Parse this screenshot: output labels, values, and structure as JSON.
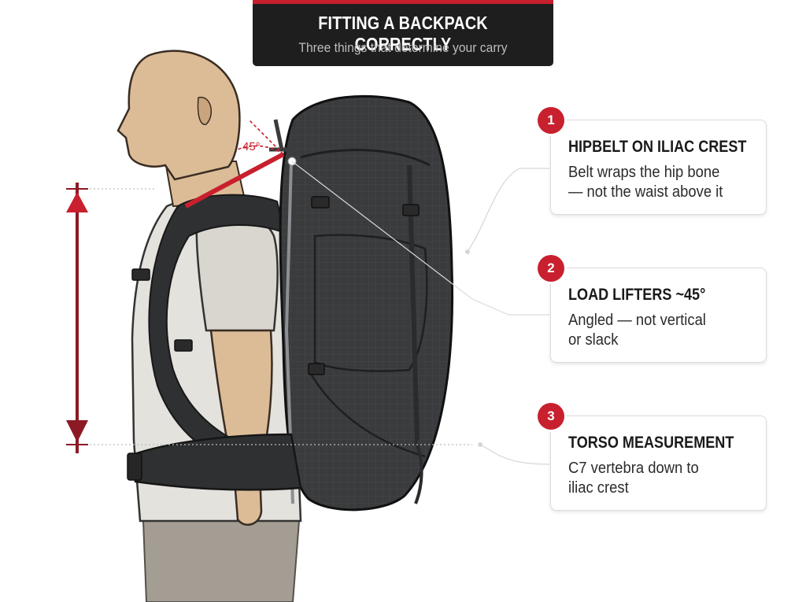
{
  "header": {
    "title": "FITTING A BACKPACK CORRECTLY",
    "subtitle": "Three things that determine your carry"
  },
  "callouts": [
    {
      "number": "1",
      "title": "HIPBELT ON ILIAC CREST",
      "line1": "Belt wraps the hip bone",
      "line2": "— not the waist above it"
    },
    {
      "number": "2",
      "title": "LOAD LIFTERS ~45°",
      "line1": "Angled — not vertical",
      "line2": "or slack"
    },
    {
      "number": "3",
      "title": "TORSO MEASUREMENT",
      "line1": "C7 vertebra down to",
      "line2": "iliac crest"
    }
  ],
  "diagram": {
    "angle_label": "45°"
  },
  "colors": {
    "accent": "#c8202e",
    "dark": "#1e1e1e",
    "pack": "#3a3b3d",
    "skin": "#dcbc97",
    "shirt": "#e4e2dd",
    "pants": "#a49d93"
  }
}
